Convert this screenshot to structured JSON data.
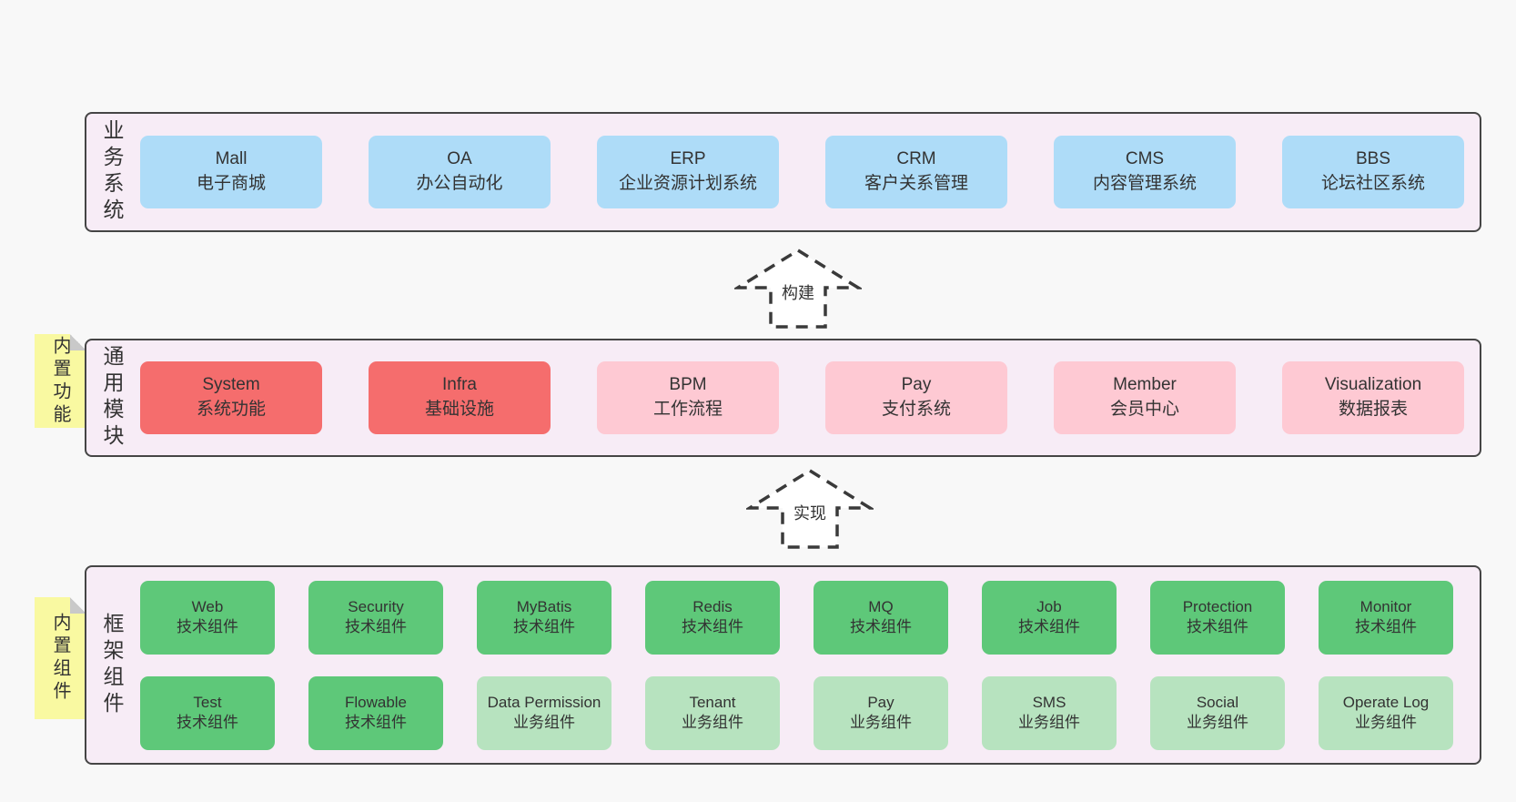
{
  "colors": {
    "page_bg": "#f8f8f8",
    "band_bg": "#f7ecf6",
    "band_border": "#454545",
    "blue_box": "#aedcf8",
    "red_box": "#f56d6d",
    "pink_box": "#fec9d3",
    "green_box": "#5ec879",
    "light_green_box": "#b7e3bf",
    "sticky_yellow": "#f9f9a1",
    "sticky_fold_gray": "#c9c9c9",
    "arrow_dash": "#3a3a3a",
    "text": "#333333"
  },
  "bands": [
    {
      "label": "业务系统",
      "boxes": [
        {
          "en": "Mall",
          "zh": "电子商城",
          "variant": "blue"
        },
        {
          "en": "OA",
          "zh": "办公自动化",
          "variant": "blue"
        },
        {
          "en": "ERP",
          "zh": "企业资源计划系统",
          "variant": "blue"
        },
        {
          "en": "CRM",
          "zh": "客户关系管理",
          "variant": "blue"
        },
        {
          "en": "CMS",
          "zh": "内容管理系统",
          "variant": "blue"
        },
        {
          "en": "BBS",
          "zh": "论坛社区系统",
          "variant": "blue"
        }
      ]
    },
    {
      "label": "通用模块",
      "sticky": "内置功能",
      "boxes": [
        {
          "en": "System",
          "zh": "系统功能",
          "variant": "red"
        },
        {
          "en": "Infra",
          "zh": "基础设施",
          "variant": "red"
        },
        {
          "en": "BPM",
          "zh": "工作流程",
          "variant": "pink"
        },
        {
          "en": "Pay",
          "zh": "支付系统",
          "variant": "pink"
        },
        {
          "en": "Member",
          "zh": "会员中心",
          "variant": "pink"
        },
        {
          "en": "Visualization",
          "zh": "数据报表",
          "variant": "pink"
        }
      ]
    },
    {
      "label": "框架组件",
      "sticky": "内置组件",
      "row1": [
        {
          "en": "Web",
          "zh": "技术组件",
          "variant": "green"
        },
        {
          "en": "Security",
          "zh": "技术组件",
          "variant": "green"
        },
        {
          "en": "MyBatis",
          "zh": "技术组件",
          "variant": "green"
        },
        {
          "en": "Redis",
          "zh": "技术组件",
          "variant": "green"
        },
        {
          "en": "MQ",
          "zh": "技术组件",
          "variant": "green"
        },
        {
          "en": "Job",
          "zh": "技术组件",
          "variant": "green"
        },
        {
          "en": "Protection",
          "zh": "技术组件",
          "variant": "green"
        },
        {
          "en": "Monitor",
          "zh": "技术组件",
          "variant": "green"
        }
      ],
      "row2": [
        {
          "en": "Test",
          "zh": "技术组件",
          "variant": "green"
        },
        {
          "en": "Flowable",
          "zh": "技术组件",
          "variant": "green"
        },
        {
          "en": "Data Permission",
          "zh": "业务组件",
          "variant": "lightgreen"
        },
        {
          "en": "Tenant",
          "zh": "业务组件",
          "variant": "lightgreen"
        },
        {
          "en": "Pay",
          "zh": "业务组件",
          "variant": "lightgreen"
        },
        {
          "en": "SMS",
          "zh": "业务组件",
          "variant": "lightgreen"
        },
        {
          "en": "Social",
          "zh": "业务组件",
          "variant": "lightgreen"
        },
        {
          "en": "Operate Log",
          "zh": "业务组件",
          "variant": "lightgreen"
        }
      ]
    }
  ],
  "arrows": [
    {
      "label": "构建"
    },
    {
      "label": "实现"
    }
  ]
}
